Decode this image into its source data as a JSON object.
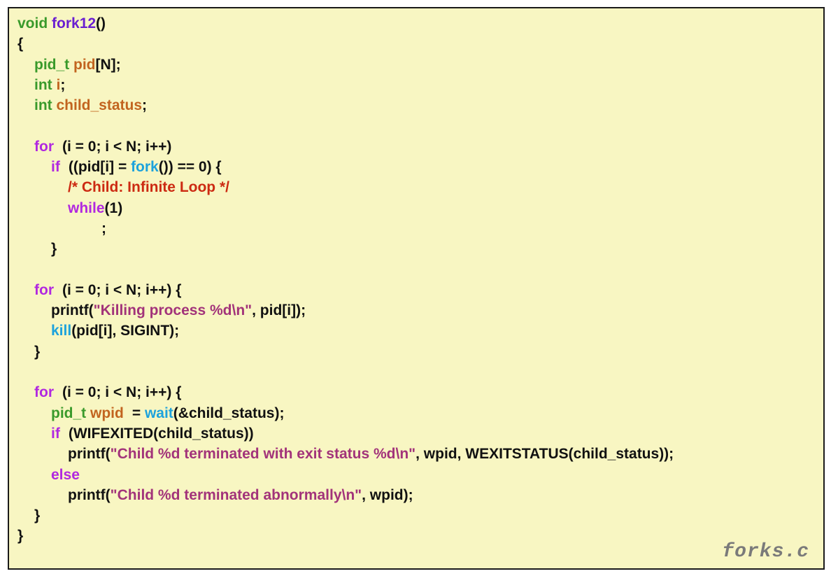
{
  "file_name": "forks.c",
  "colors": {
    "panel_background": "#f8f6c2",
    "type": "#3a9a2b",
    "variable": "#c2641f",
    "keyword": "#b128e0",
    "function_name": "#6a1fd0",
    "system_call": "#1da2dc",
    "comment": "#cc2a12",
    "string": "#a2337a",
    "plain": "#111111"
  },
  "code_lines": [
    [
      {
        "t": "void ",
        "c": "type"
      },
      {
        "t": "fork12",
        "c": "func"
      },
      {
        "t": "()",
        "c": "plain"
      }
    ],
    [
      {
        "t": "{",
        "c": "plain"
      }
    ],
    [
      {
        "t": "  ",
        "c": "plain"
      },
      {
        "t": "pid_t ",
        "c": "type"
      },
      {
        "t": "pid",
        "c": "var"
      },
      {
        "t": "[N];",
        "c": "plain"
      }
    ],
    [
      {
        "t": "  ",
        "c": "plain"
      },
      {
        "t": "int ",
        "c": "type"
      },
      {
        "t": "i",
        "c": "var"
      },
      {
        "t": ";",
        "c": "plain"
      }
    ],
    [
      {
        "t": "  ",
        "c": "plain"
      },
      {
        "t": "int ",
        "c": "type"
      },
      {
        "t": "child_status",
        "c": "var"
      },
      {
        "t": ";",
        "c": "plain"
      }
    ],
    [],
    [
      {
        "t": "  ",
        "c": "plain"
      },
      {
        "t": "for",
        "c": "kw"
      },
      {
        "t": " (i = 0; i < N; i++)",
        "c": "plain"
      }
    ],
    [
      {
        "t": "    ",
        "c": "plain"
      },
      {
        "t": "if",
        "c": "kw"
      },
      {
        "t": " ((pid[i] = ",
        "c": "plain"
      },
      {
        "t": "fork",
        "c": "sys"
      },
      {
        "t": "()) == 0) {",
        "c": "plain"
      }
    ],
    [
      {
        "t": "      ",
        "c": "plain"
      },
      {
        "t": "/* Child: Infinite Loop */",
        "c": "comment"
      }
    ],
    [
      {
        "t": "      ",
        "c": "plain"
      },
      {
        "t": "while",
        "c": "kw"
      },
      {
        "t": "(1)",
        "c": "plain"
      }
    ],
    [
      {
        "t": "          ;",
        "c": "plain"
      }
    ],
    [
      {
        "t": "    }",
        "c": "plain"
      }
    ],
    [],
    [
      {
        "t": "  ",
        "c": "plain"
      },
      {
        "t": "for",
        "c": "kw"
      },
      {
        "t": " (i = 0; i < N; i++) {",
        "c": "plain"
      }
    ],
    [
      {
        "t": "    printf(",
        "c": "plain"
      },
      {
        "t": "\"Killing process %d\\n\"",
        "c": "str"
      },
      {
        "t": ", pid[i]);",
        "c": "plain"
      }
    ],
    [
      {
        "t": "    ",
        "c": "plain"
      },
      {
        "t": "kill",
        "c": "sys"
      },
      {
        "t": "(pid[i], SIGINT);",
        "c": "plain"
      }
    ],
    [
      {
        "t": "  }",
        "c": "plain"
      }
    ],
    [],
    [
      {
        "t": "  ",
        "c": "plain"
      },
      {
        "t": "for",
        "c": "kw"
      },
      {
        "t": " (i = 0; i < N; i++) {",
        "c": "plain"
      }
    ],
    [
      {
        "t": "    ",
        "c": "plain"
      },
      {
        "t": "pid_t ",
        "c": "type"
      },
      {
        "t": "wpid",
        "c": "var"
      },
      {
        "t": " = ",
        "c": "plain"
      },
      {
        "t": "wait",
        "c": "sys"
      },
      {
        "t": "(&child_status);",
        "c": "plain"
      }
    ],
    [
      {
        "t": "    ",
        "c": "plain"
      },
      {
        "t": "if",
        "c": "kw"
      },
      {
        "t": " (WIFEXITED(child_status))",
        "c": "plain"
      }
    ],
    [
      {
        "t": "      printf(",
        "c": "plain"
      },
      {
        "t": "\"Child %d terminated with exit status %d\\n\"",
        "c": "str"
      },
      {
        "t": ", wpid, WEXITSTATUS(child_status));",
        "c": "plain"
      }
    ],
    [
      {
        "t": "    ",
        "c": "plain"
      },
      {
        "t": "else",
        "c": "kw"
      }
    ],
    [
      {
        "t": "      printf(",
        "c": "plain"
      },
      {
        "t": "\"Child %d terminated abnormally\\n\"",
        "c": "str"
      },
      {
        "t": ", wpid);",
        "c": "plain"
      }
    ],
    [
      {
        "t": "  }",
        "c": "plain"
      }
    ],
    [
      {
        "t": "}",
        "c": "plain"
      }
    ]
  ]
}
